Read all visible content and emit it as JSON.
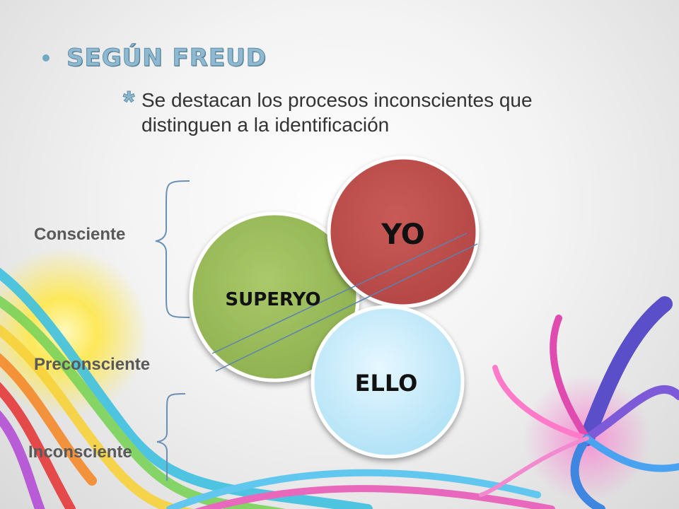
{
  "heading": {
    "bullet_icon": "bullet-dot-icon",
    "title": "SEGÚN FREUD"
  },
  "subpoint": {
    "bullet_icon": "asterisk-icon",
    "bullet": "*",
    "text": "Se destacan los  procesos inconscientes que distinguen a la identificación"
  },
  "levels": {
    "consciente": "Consciente",
    "preconsciente": "Preconsciente",
    "inconsciente": "Inconsciente"
  },
  "circles": {
    "superyo": {
      "label": "SUPERYO",
      "color": "#9bbb59"
    },
    "yo": {
      "label": "YO",
      "color": "#c0504d"
    },
    "ello": {
      "label": "ELLO",
      "color": "#bde7f7"
    }
  },
  "colors": {
    "accent": "#8fb9d0",
    "line": "#5b83b0",
    "bracket": "#6a8fb5"
  }
}
